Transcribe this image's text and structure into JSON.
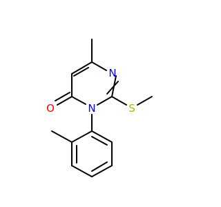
{
  "molecule": {
    "atoms": {
      "n_upper": {
        "symbol": "N",
        "color": "#0000ff"
      },
      "n_lower": {
        "symbol": "N",
        "color": "#0000ff"
      },
      "oxygen": {
        "symbol": "O",
        "color": "#ff0000"
      },
      "sulfur": {
        "symbol": "S",
        "color": "#b2b200"
      }
    },
    "bond_color": "#000000",
    "background": "#ffffff"
  }
}
